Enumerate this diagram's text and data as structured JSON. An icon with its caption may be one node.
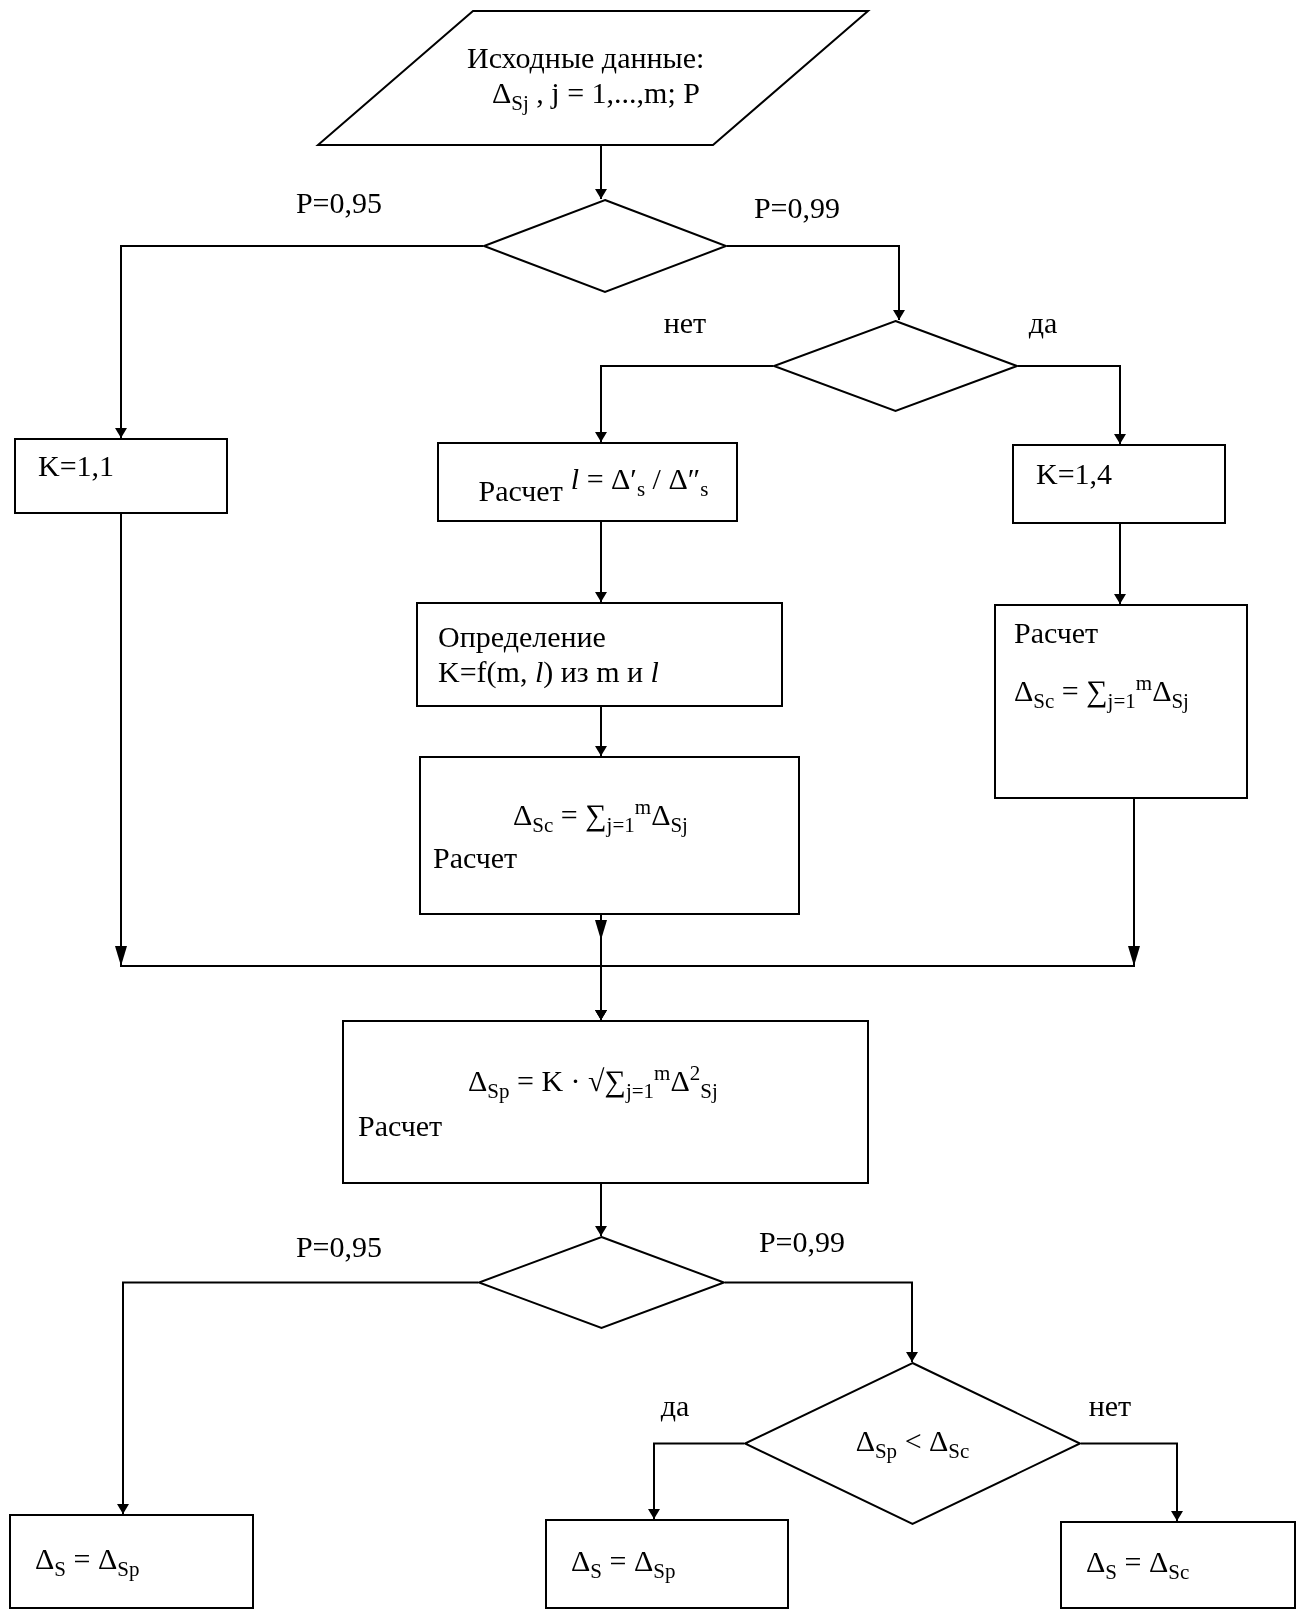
{
  "diagram": {
    "nodes": [
      {
        "text": [
          "Исходные данные:",
          "Δ$_{Sj}$ , j = 1,...,m; P"
        ]
      },
      {
        "text": [],
        "shape": "diamond"
      },
      {
        "text": [],
        "shape": "diamond"
      },
      {
        "text": [
          "K=1,1"
        ]
      },
      {
        "text": [
          "Расчет",
          "*l* = Δ′$_{s}$ / Δ″$_{s}$"
        ]
      },
      {
        "text": [
          "K=1,4"
        ]
      },
      {
        "text": [
          "Определение",
          "K=f(m, *l*) из m и *l*"
        ]
      },
      {
        "text": [
          "Δ$_{Sc}$ = ∑$_{j=1}$$^{m}$Δ$_{Sj}$",
          "Расчет"
        ]
      },
      {
        "text": [
          "Расчет",
          "Δ$_{Sc}$ = ∑$_{j=1}$$^{m}$Δ$_{Sj}$"
        ]
      },
      {
        "text": [
          "Δ$_{Sp}$ = K · √∑$_{j=1}$$^{m}$Δ$^{2}$$_{Sj}$",
          "Расчет"
        ]
      },
      {
        "text": [],
        "shape": "diamond"
      },
      {
        "text": [
          "Δ$_{Sp}$ < Δ$_{Sc}$"
        ]
      },
      {
        "text": [
          "Δ$_{S}$ = Δ$_{Sp}$"
        ]
      },
      {
        "text": [
          "Δ$_{S}$ = Δ$_{Sp}$"
        ]
      },
      {
        "text": [
          "Δ$_{S}$ = Δ$_{Sc}$"
        ]
      }
    ],
    "edges": [
      {
        "from": 0,
        "to": 1,
        "arrow": "to"
      },
      {
        "from": 1,
        "to": 3,
        "arrow": "to",
        "label": "P=0,95"
      },
      {
        "from": 1,
        "to": 2,
        "arrow": "to",
        "label": "P=0,99"
      },
      {
        "from": 2,
        "to": 4,
        "arrow": "to",
        "label": "нет"
      },
      {
        "from": 2,
        "to": 5,
        "arrow": "to",
        "label": "да"
      },
      {
        "from": 4,
        "to": 6,
        "arrow": "to"
      },
      {
        "from": 6,
        "to": 7,
        "arrow": "to"
      },
      {
        "from": 5,
        "to": 8,
        "arrow": "to"
      },
      {
        "from": 3,
        "to": 9,
        "arrow": "to"
      },
      {
        "from": 7,
        "to": 9,
        "arrow": "to"
      },
      {
        "from": 8,
        "to": 9,
        "arrow": "to"
      },
      {
        "from": 9,
        "to": 10,
        "arrow": "to"
      },
      {
        "from": 10,
        "to": 12,
        "arrow": "to",
        "label": "P=0,95"
      },
      {
        "from": 10,
        "to": 11,
        "arrow": "to",
        "label": "P=0,99"
      },
      {
        "from": 11,
        "to": 13,
        "arrow": "to",
        "label": "да"
      },
      {
        "from": 11,
        "to": 14,
        "arrow": "to",
        "label": "нет"
      }
    ]
  }
}
